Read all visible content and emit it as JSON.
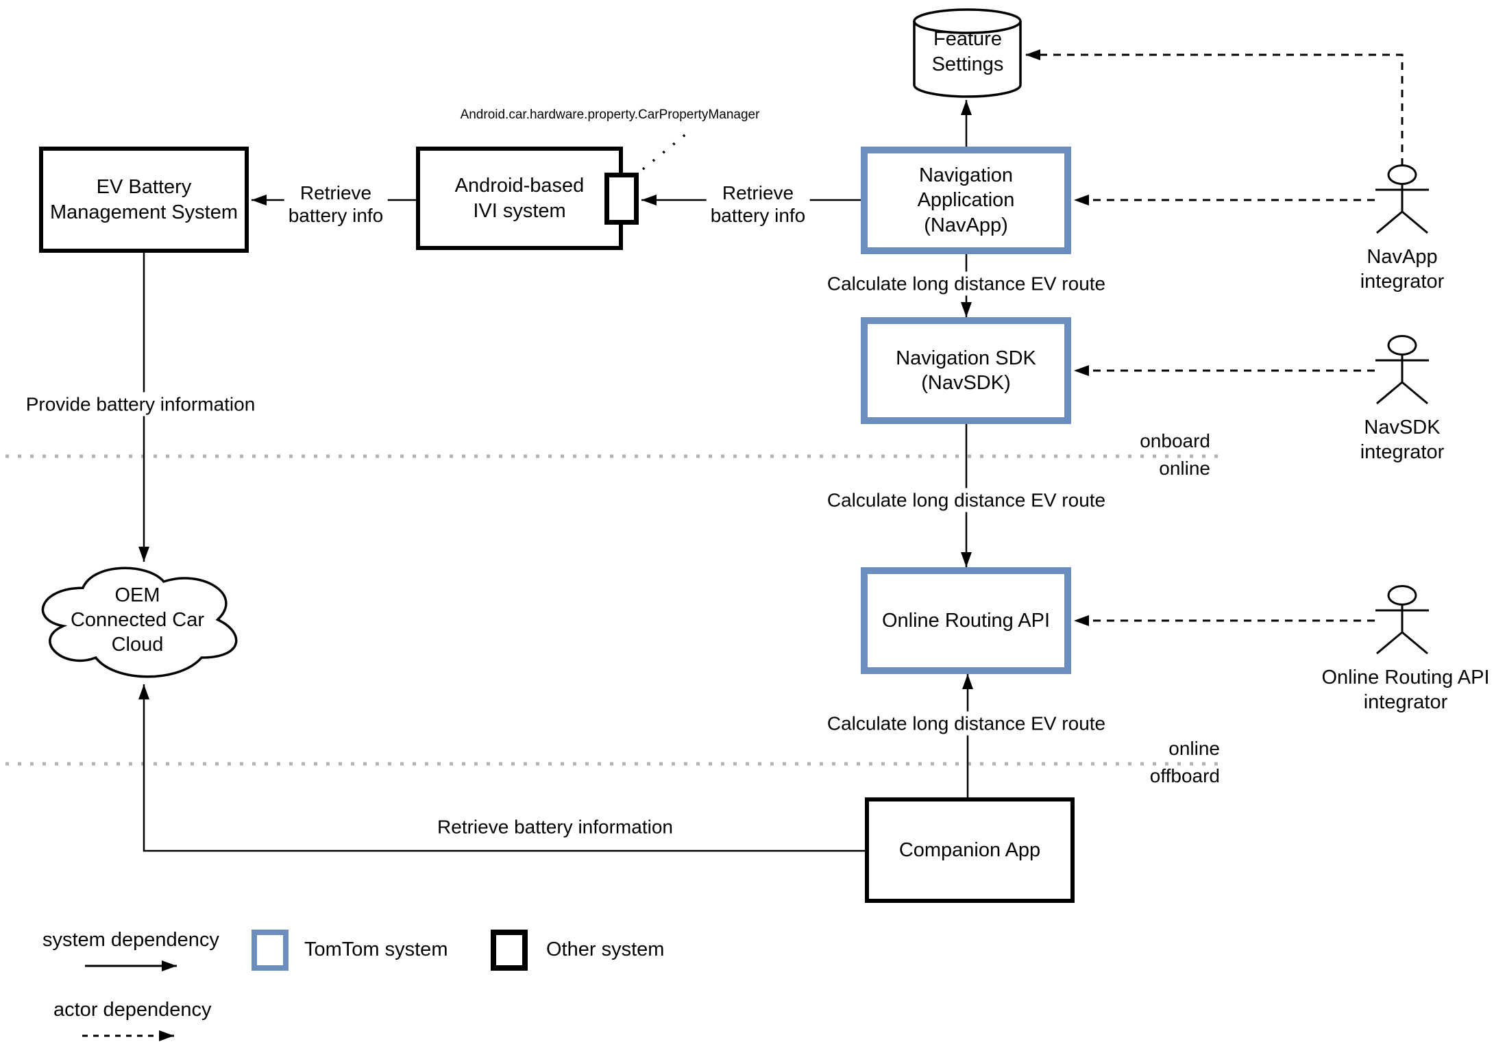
{
  "diagram": {
    "nodes": {
      "ev_bms": "EV Battery\nManagement System",
      "android_ivi": "Android-based\nIVI system",
      "nav_app": "Navigation\nApplication\n(NavApp)",
      "nav_sdk": "Navigation SDK\n(NavSDK)",
      "online_routing_api": "Online Routing API",
      "companion_app": "Companion App",
      "feature_settings": "Feature\nSettings",
      "oem_cloud": "OEM\nConnected Car\nCloud"
    },
    "port_annotation": "Android.car.hardware.property.CarPropertyManager",
    "actors": {
      "navapp_integrator": "NavApp\nintegrator",
      "navsdk_integrator": "NavSDK\nintegrator",
      "online_routing_api_integrator": "Online Routing API\nintegrator"
    },
    "edges": {
      "retrieve_battery_info_ivi_to_bms": "Retrieve\nbattery info",
      "retrieve_battery_info_navapp_to_ivi": "Retrieve\nbattery info",
      "calculate_route_navapp_to_navsdk": "Calculate long distance EV route",
      "calculate_route_navsdk_to_api": "Calculate long distance EV route",
      "calculate_route_companion_to_api": "Calculate long distance EV route",
      "provide_battery_information": "Provide battery information",
      "retrieve_battery_information": "Retrieve battery information"
    },
    "separators": {
      "sep1_top": "onboard",
      "sep1_bottom": "online",
      "sep2_top": "online",
      "sep2_bottom": "offboard"
    },
    "legend": {
      "system_dependency": "system dependency",
      "actor_dependency": "actor dependency",
      "tomtom_system": "TomTom system",
      "other_system": "Other system"
    },
    "colors": {
      "tomtom_border": "#6c8ebf",
      "other_border": "#000000",
      "separator_line": "#b3b3b3",
      "background": "#ffffff"
    }
  }
}
